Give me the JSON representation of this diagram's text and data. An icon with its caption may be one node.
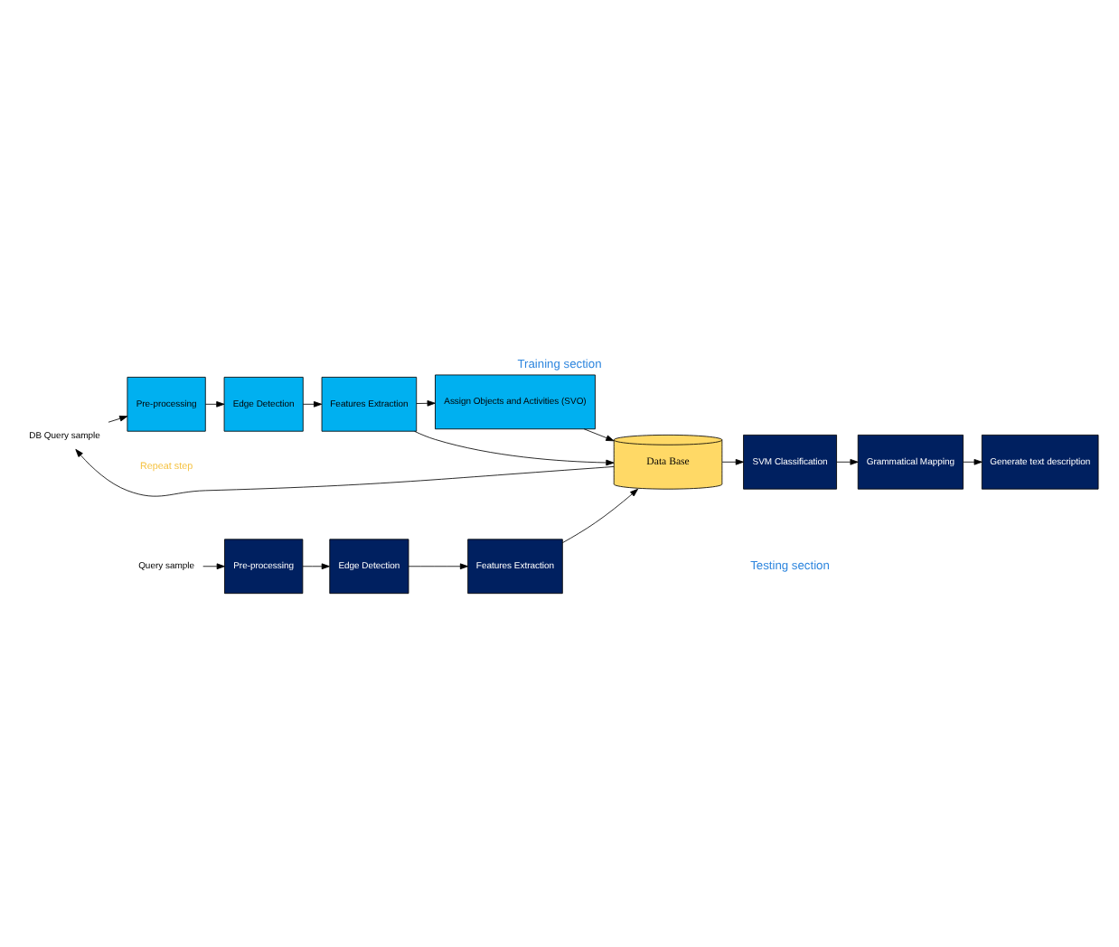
{
  "diagram": {
    "title": "Training section",
    "caption": "Testing section",
    "nodes": [
      {
        "text": [
          "DB Query sample"
        ]
      },
      {
        "text": [
          "Pre-processing"
        ]
      },
      {
        "text": [
          "Edge Detection"
        ]
      },
      {
        "text": [
          "Features Extraction"
        ]
      },
      {
        "text": [
          "Assign Objects and Activities (SVO)"
        ]
      },
      {
        "text": [
          "Data Base"
        ]
      },
      {
        "text": [
          "Query sample"
        ]
      },
      {
        "text": [
          "Pre-processing"
        ]
      },
      {
        "text": [
          "Edge Detection"
        ]
      },
      {
        "text": [
          "Features Extraction"
        ]
      },
      {
        "text": [
          "SVM Classification"
        ]
      },
      {
        "text": [
          "Grammatical Mapping"
        ]
      },
      {
        "text": [
          "Generate text description"
        ]
      }
    ],
    "edges": [
      {
        "from": 0,
        "to": 1,
        "arrow": "to"
      },
      {
        "from": 1,
        "to": 2,
        "arrow": "to"
      },
      {
        "from": 2,
        "to": 3,
        "arrow": "to"
      },
      {
        "from": 3,
        "to": 4,
        "arrow": "to"
      },
      {
        "from": 3,
        "to": 5,
        "arrow": "to"
      },
      {
        "from": 4,
        "to": 5,
        "arrow": "to"
      },
      {
        "from": 5,
        "to": 0,
        "arrow": "to"
      },
      {
        "from": 6,
        "to": 7,
        "arrow": "to"
      },
      {
        "from": 7,
        "to": 8,
        "arrow": "to"
      },
      {
        "from": 8,
        "to": 9,
        "arrow": "to"
      },
      {
        "from": 9,
        "to": 5,
        "arrow": "to"
      },
      {
        "from": 5,
        "to": 10,
        "arrow": "to"
      },
      {
        "from": 10,
        "to": 11,
        "arrow": "to"
      },
      {
        "from": 11,
        "to": 12,
        "arrow": "to"
      }
    ],
    "labels": [
      "Repeat step"
    ]
  }
}
